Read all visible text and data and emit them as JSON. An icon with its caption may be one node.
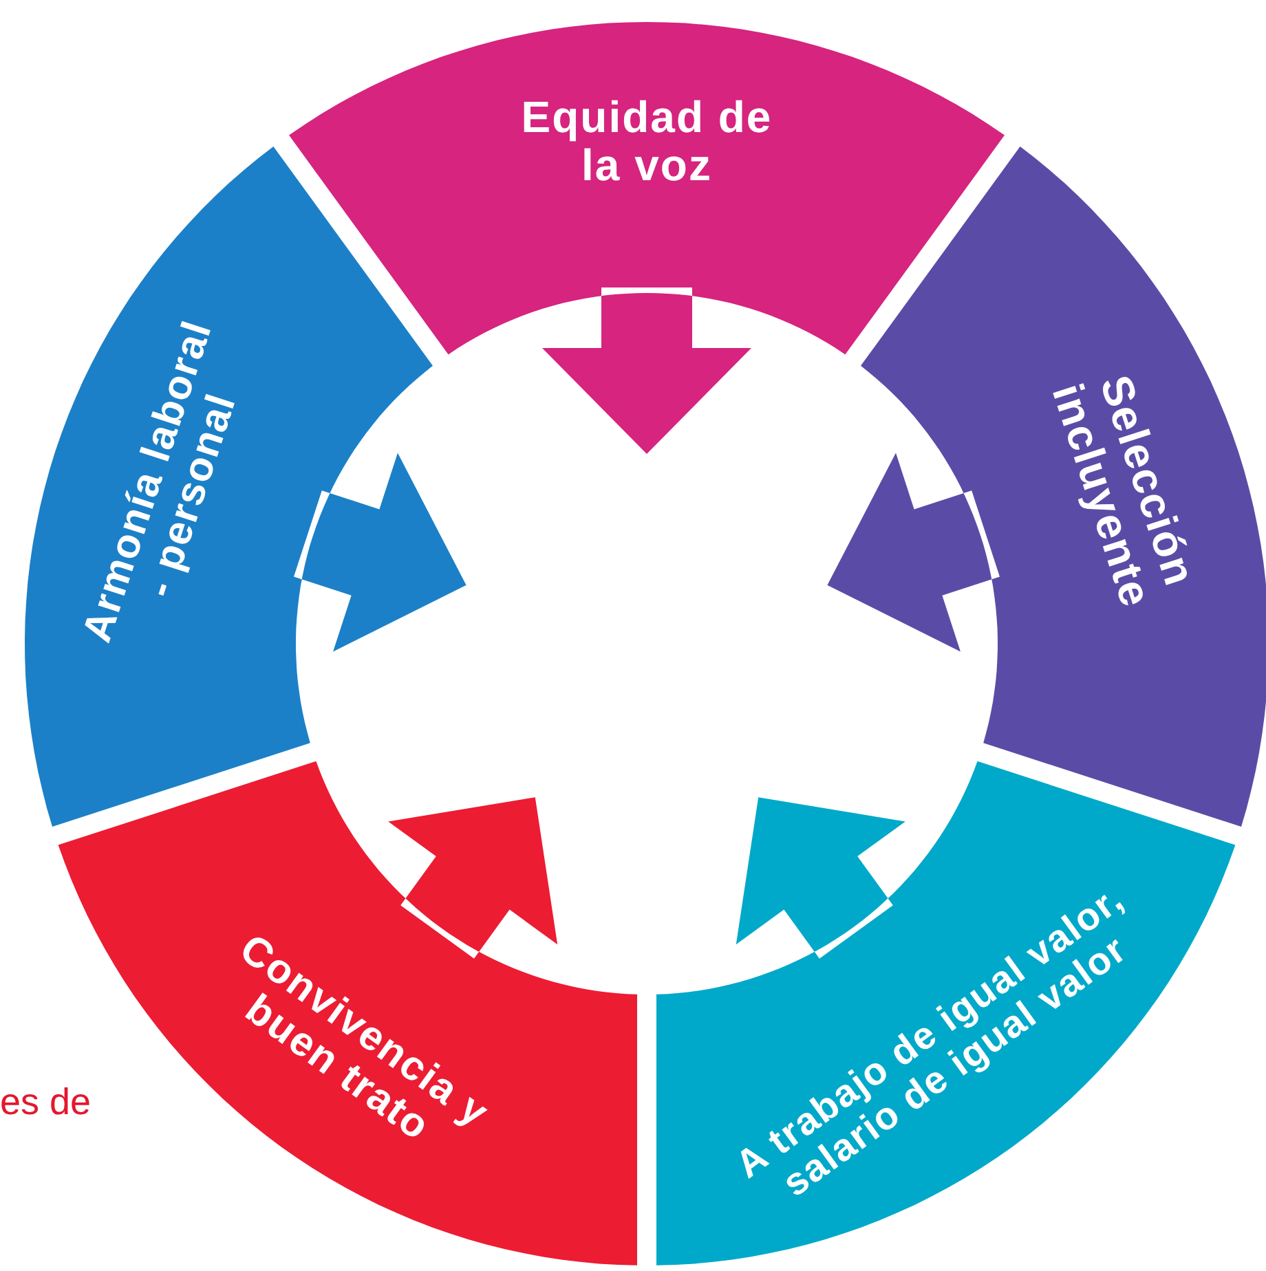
{
  "diagram": {
    "nodes": [
      {
        "text": [
          "Equidad de la voz"
        ]
      },
      {
        "text": [
          "Selección incluyente"
        ]
      },
      {
        "text": [
          "A trabajo de igual valor, salario de igual valor"
        ]
      },
      {
        "text": [
          "Convivencia y buen trato"
        ]
      },
      {
        "text": [
          "Armonía laboral - personal"
        ]
      }
    ],
    "labels": [
      "es de"
    ]
  }
}
